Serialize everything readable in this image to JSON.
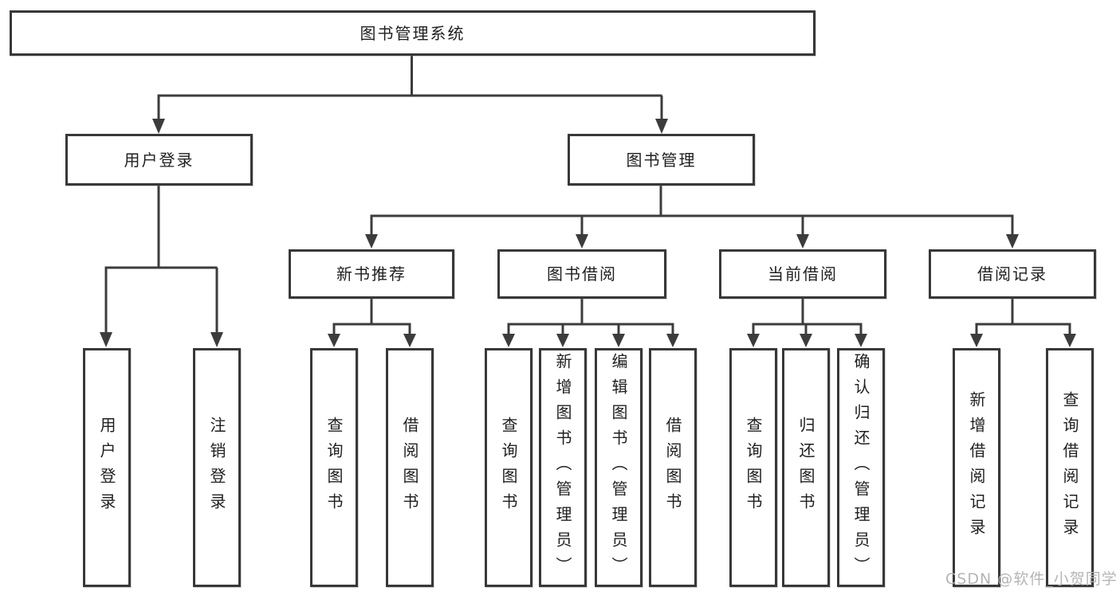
{
  "tree": {
    "root": {
      "label": "图书管理系统"
    },
    "branches": [
      {
        "label": "用户登录",
        "children": [
          {
            "label": "用户登录"
          },
          {
            "label": "注销登录"
          }
        ]
      },
      {
        "label": "图书管理",
        "children": [
          {
            "label": "新书推荐",
            "children": [
              {
                "label": "查询图书"
              },
              {
                "label": "借阅图书"
              }
            ]
          },
          {
            "label": "图书借阅",
            "children": [
              {
                "label": "查询图书"
              },
              {
                "label": "新增图书（管理员）"
              },
              {
                "label": "编辑图书（管理员）"
              },
              {
                "label": "借阅图书"
              }
            ]
          },
          {
            "label": "当前借阅",
            "children": [
              {
                "label": "查询图书"
              },
              {
                "label": "归还图书"
              },
              {
                "label": "确认归还（管理员）"
              }
            ]
          },
          {
            "label": "借阅记录",
            "children": [
              {
                "label": "新增借阅记录"
              },
              {
                "label": "查询借阅记录"
              }
            ]
          }
        ]
      }
    ]
  },
  "watermark": {
    "text": "CSDN @软件_小贺同学"
  },
  "colors": {
    "line": "#3c3c3c",
    "box_border": "#383838",
    "text": "#1f1f1f",
    "watermark": "#b5b5b5",
    "background": "#ffffff"
  }
}
